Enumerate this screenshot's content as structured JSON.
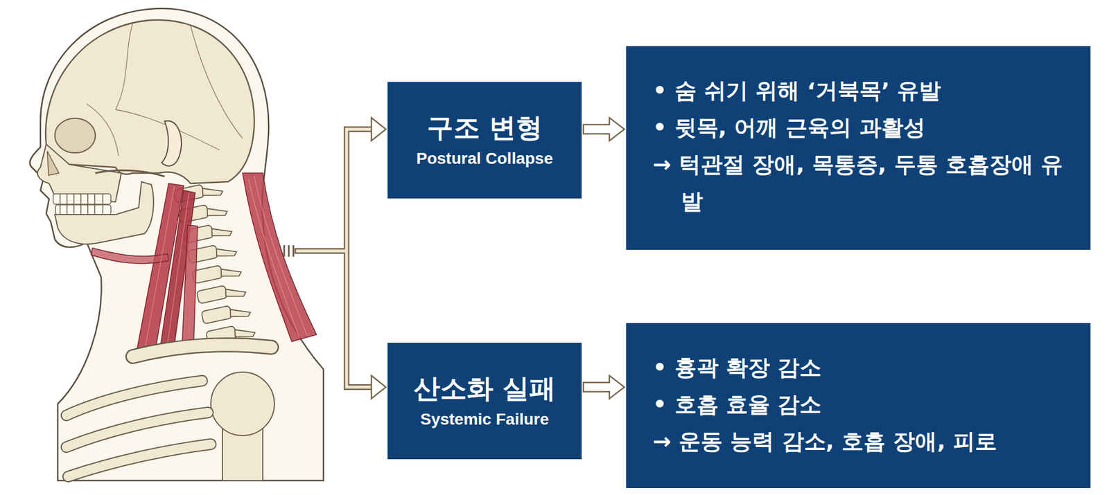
{
  "diagram": {
    "nodes": [
      {
        "text": [
          "구조 변형",
          "Postural Collapse"
        ]
      },
      {
        "text": [
          "• 숨 쉬기 위해 ‘거북목’ 유발",
          "• 뒷목, 어깨 근육의 과활성",
          "→ 턱관절 장애, 목통증, 두통 호흡장애 유발"
        ]
      },
      {
        "text": [
          "산소화 실패",
          "Systemic Failure"
        ]
      },
      {
        "text": [
          "• 흉곽 확장 감소",
          "• 호흡 효율 감소",
          "→ 운동 능력 감소, 호흡 장애, 피로"
        ]
      }
    ],
    "edges": [
      {
        "from": 0,
        "to": 1,
        "arrow": "to"
      },
      {
        "from": 2,
        "to": 3,
        "arrow": "to"
      }
    ]
  }
}
